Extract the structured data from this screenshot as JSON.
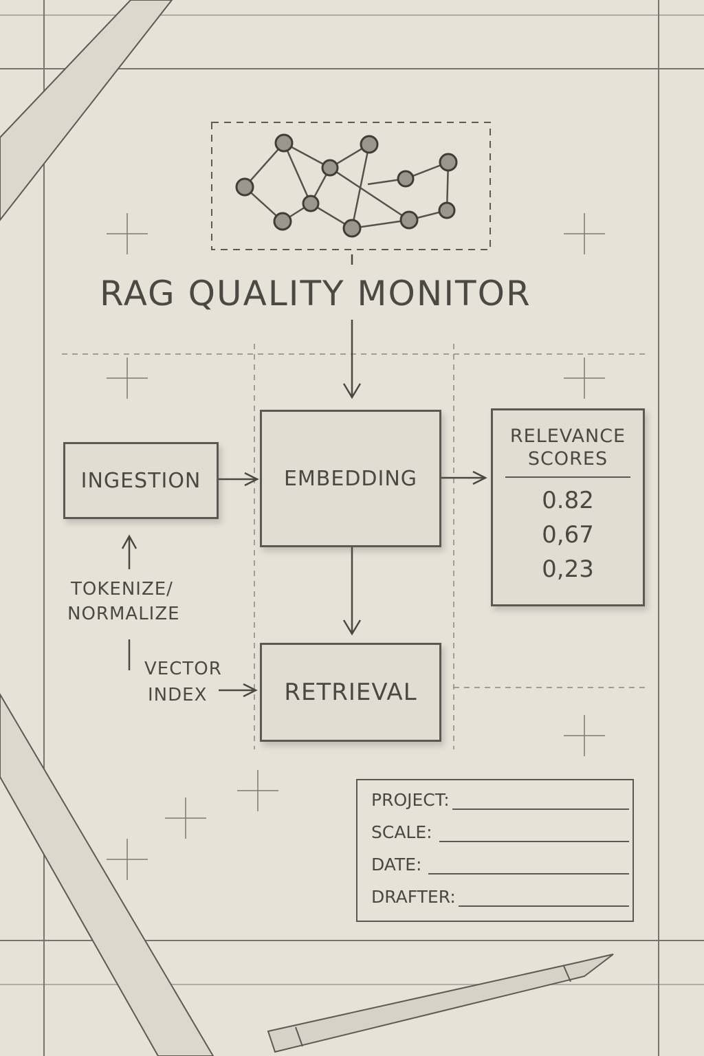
{
  "title": "RAG QUALITY MONITOR",
  "nodes": {
    "ingestion": "INGESTION",
    "embedding": "EMBEDDING",
    "retrieval": "RETRIEVAL"
  },
  "labels": {
    "tokenize": "TOKENIZE/",
    "normalize": "NORMALIZE",
    "vector": "VECTOR",
    "index": "INDEX"
  },
  "relevance": {
    "header_line1": "RELEVANCE",
    "header_line2": "SCORES",
    "scores": [
      "0.82",
      "0,67",
      "0,23"
    ]
  },
  "title_block": {
    "project": "PROJECT:",
    "scale": "SCALE:",
    "date": "DATE:",
    "drafter": "DRAFTER:"
  },
  "colors": {
    "paper": "#e6e2d8",
    "pencil": "#4a4843"
  }
}
